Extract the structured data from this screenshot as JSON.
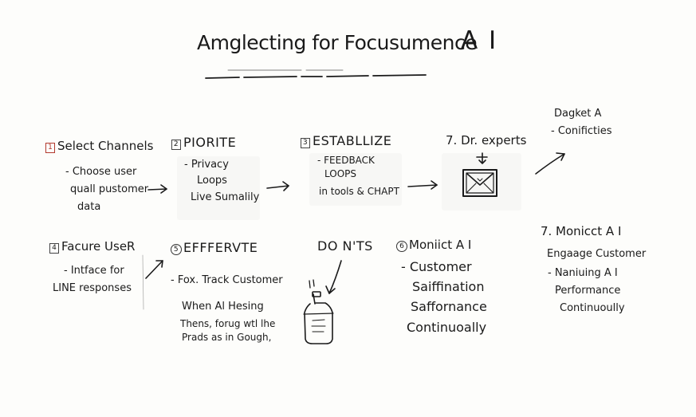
{
  "title": {
    "main": "Amglecting for Focusumence",
    "suffix": "A I"
  },
  "steps": [
    {
      "num": "1",
      "heading": "Select Channels",
      "lines": [
        "- Choose user",
        "quall pustomer",
        "data"
      ]
    },
    {
      "num": "2",
      "heading": "PIORITE",
      "lines": [
        "- Privacy",
        "Loops",
        "Live Sumalily"
      ]
    },
    {
      "num": "3",
      "heading": "ESTABLLIZE",
      "lines": [
        "- FEEDBACK",
        "LOOPS",
        "in tools & CHAPT"
      ]
    },
    {
      "num": "7.",
      "heading": "Dr. experts",
      "icon": "envelope-icon"
    },
    {
      "heading": "Dagket A",
      "lines": [
        "- Conificties"
      ]
    },
    {
      "num": "4",
      "heading": "Facure UseR",
      "lines": [
        "- Intface for",
        "LINE responses"
      ]
    },
    {
      "num": "5",
      "heading": "EFFFERVTE",
      "lines": [
        "- Fox. Track Customer",
        "When Al Hesing",
        "Thens, forug wtl lhe",
        "Prads as in Gough,"
      ]
    },
    {
      "heading": "DO N'TS",
      "icon": "jar-icon"
    },
    {
      "num": "6",
      "heading": "Moniict A I",
      "lines": [
        "- Customer",
        "Saiffination",
        "Saffornance",
        "Continuoally"
      ]
    },
    {
      "num": "7.",
      "heading": "Monicct A I",
      "lines": [
        "Engaage Customer",
        "- Naniuing A I",
        "Performance",
        "Continuoully"
      ]
    }
  ]
}
